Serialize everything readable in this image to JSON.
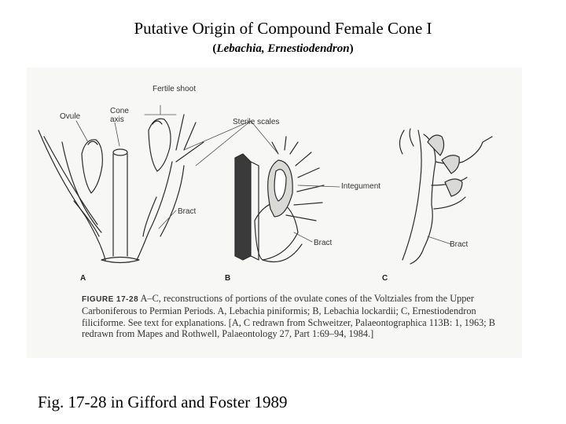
{
  "title": "Putative Origin of Compound Female Cone I",
  "subtitle": {
    "open": "(",
    "taxa": "Lebachia, Ernestiodendron",
    "close": ")"
  },
  "figure": {
    "labels": {
      "fertile_shoot": "Fertile shoot",
      "ovule": "Ovule",
      "cone_axis": "Cone\naxis",
      "sterile_scales": "Sterile scales",
      "integument": "Integument",
      "bract_a": "Bract",
      "bract_b": "Bract",
      "bract_c": "Bract"
    },
    "panels": [
      "A",
      "B",
      "C"
    ],
    "caption": {
      "figure_label": "FIGURE 17-28",
      "text": "A–C, reconstructions of portions of the ovulate cones of the Voltziales from the Upper Carboniferous to Permian Periods. A, Lebachia piniformis; B, Lebachia lockardii; C, Ernestiodendron filiciforme. See text for explanations. [A, C redrawn from Schweitzer, Palaeontographica 113B: 1, 1963; B redrawn from Mapes and Rothwell, Palaeontology 27, Part 1:69–94, 1984.]"
    }
  },
  "footer": "Fig. 17-28 in Gifford and Foster 1989"
}
